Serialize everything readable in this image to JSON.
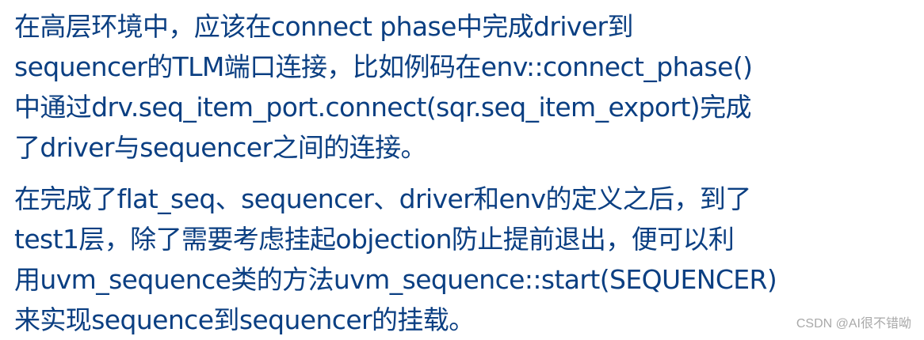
{
  "document": {
    "paragraphs": [
      {
        "lines": [
          "在高层环境中，应该在connect phase中完成driver到",
          "sequencer的TLM端口连接，比如例码在env::connect_phase()",
          "中通过drv.seq_item_port.connect(sqr.seq_item_export)完成",
          "了driver与sequencer之间的连接。"
        ]
      },
      {
        "lines": [
          "在完成了flat_seq、sequencer、driver和env的定义之后，到了",
          "test1层，除了需要考虑挂起objection防止提前退出，便可以利",
          "用uvm_sequence类的方法uvm_sequence::start(SEQUENCER)",
          "来实现sequence到sequencer的挂载。"
        ]
      }
    ]
  },
  "watermark": {
    "text": "CSDN @AI很不错呦"
  },
  "colors": {
    "text": "#0b3f82",
    "watermark": "#a9a9a9",
    "background": "#ffffff"
  }
}
